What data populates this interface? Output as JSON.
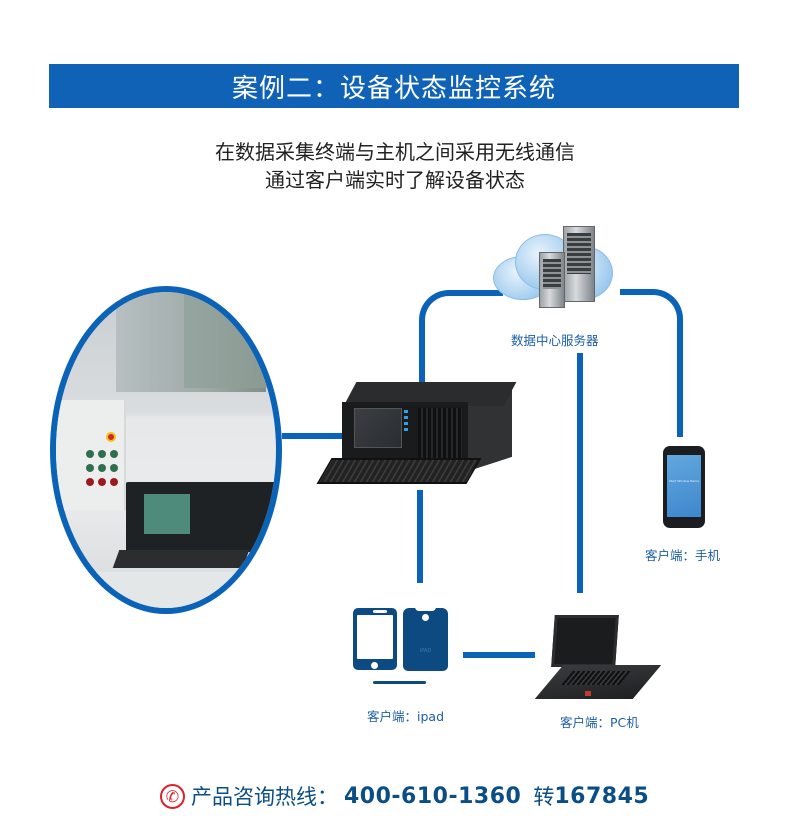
{
  "header": {
    "title": "案例二：设备状态监控系统",
    "banner_color": "#0f62b6"
  },
  "intro": {
    "line1": "在数据采集终端与主机之间采用无线通信",
    "line2": "通过客户端实时了解设备状态"
  },
  "diagram": {
    "connector_color": "#0b63b8",
    "nodes": {
      "site_photo": {
        "name": "field-terminal-photo"
      },
      "host": {
        "name": "industrial-host-computer"
      },
      "server": {
        "label": "数据中心服务器"
      },
      "phone": {
        "label": "客户端：手机",
        "screen_text": "Start Window Name"
      },
      "ipad": {
        "label": "客户端：ipad",
        "brand": "IPAD"
      },
      "pc": {
        "label": "客户端：PC机"
      }
    }
  },
  "footer": {
    "icon": "phone-icon",
    "icon_glyph": "✆",
    "lead": "产品咨询热线：",
    "phone": "400-610-1360",
    "ext_prefix": "转",
    "ext": "167845"
  }
}
